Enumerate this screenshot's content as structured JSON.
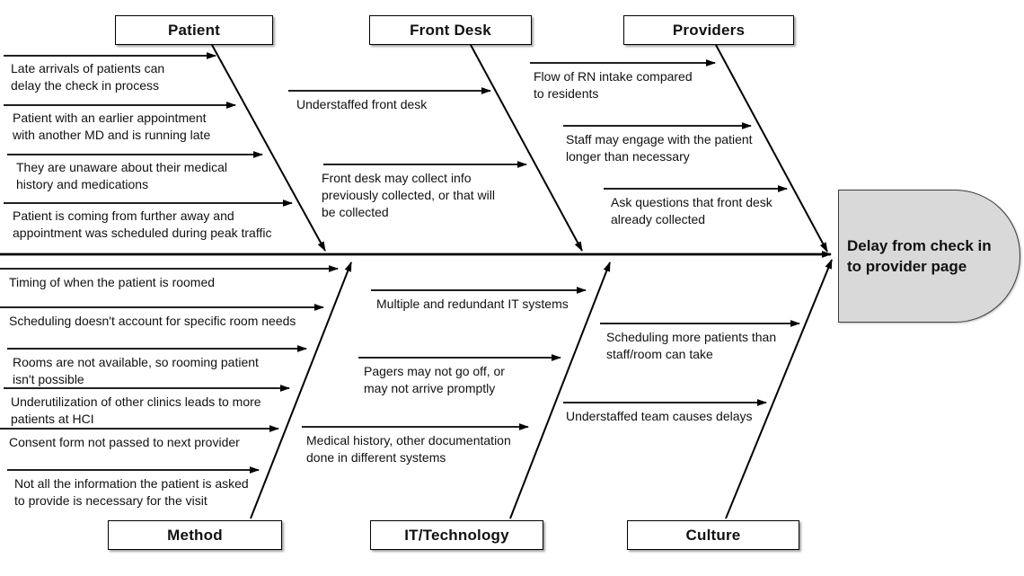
{
  "diagram_title": "Fishbone diagram",
  "effect": {
    "label": "Delay from check in\nto provider page"
  },
  "colors": {
    "line": "#000000",
    "head_fill": "#d9d9d9",
    "head_border": "#3d3d3d",
    "bg": "#ffffff",
    "text": "#111111"
  },
  "categories": [
    {
      "label": "Patient",
      "position": "top",
      "causes": [
        "Late arrivals of patients can\ndelay the check in process",
        "Patient with an earlier appointment\nwith another MD and is running late",
        "They are unaware about their medical\nhistory and medications",
        "Patient is coming from further away and\nappointment was scheduled during peak traffic"
      ]
    },
    {
      "label": "Front Desk",
      "position": "top",
      "causes": [
        "Understaffed front desk",
        "Front desk may collect info\npreviously collected, or that will\nbe collected"
      ]
    },
    {
      "label": "Providers",
      "position": "top",
      "causes": [
        "Flow of RN intake compared\nto residents",
        "Staff may engage with the patient\nlonger than necessary",
        "Ask questions that front desk\nalready collected"
      ]
    },
    {
      "label": "Method",
      "position": "bottom",
      "causes": [
        "Timing of when the patient is roomed",
        "Scheduling doesn't account for specific room needs",
        "Rooms are not available, so rooming patient\nisn't possible",
        "Underutilization of other clinics leads to more\npatients at HCI",
        "Consent form not passed to next provider",
        "Not all the information the patient is asked\nto provide is necessary for the visit"
      ]
    },
    {
      "label": "IT/Technology",
      "position": "bottom",
      "causes": [
        "Multiple and redundant IT systems",
        "Pagers may not go off, or\nmay not arrive promptly",
        "Medical history, other documentation\n done in different systems"
      ]
    },
    {
      "label": "Culture",
      "position": "bottom",
      "causes": [
        "Scheduling more patients than\nstaff/room can take",
        "Understaffed team causes delays"
      ]
    }
  ]
}
